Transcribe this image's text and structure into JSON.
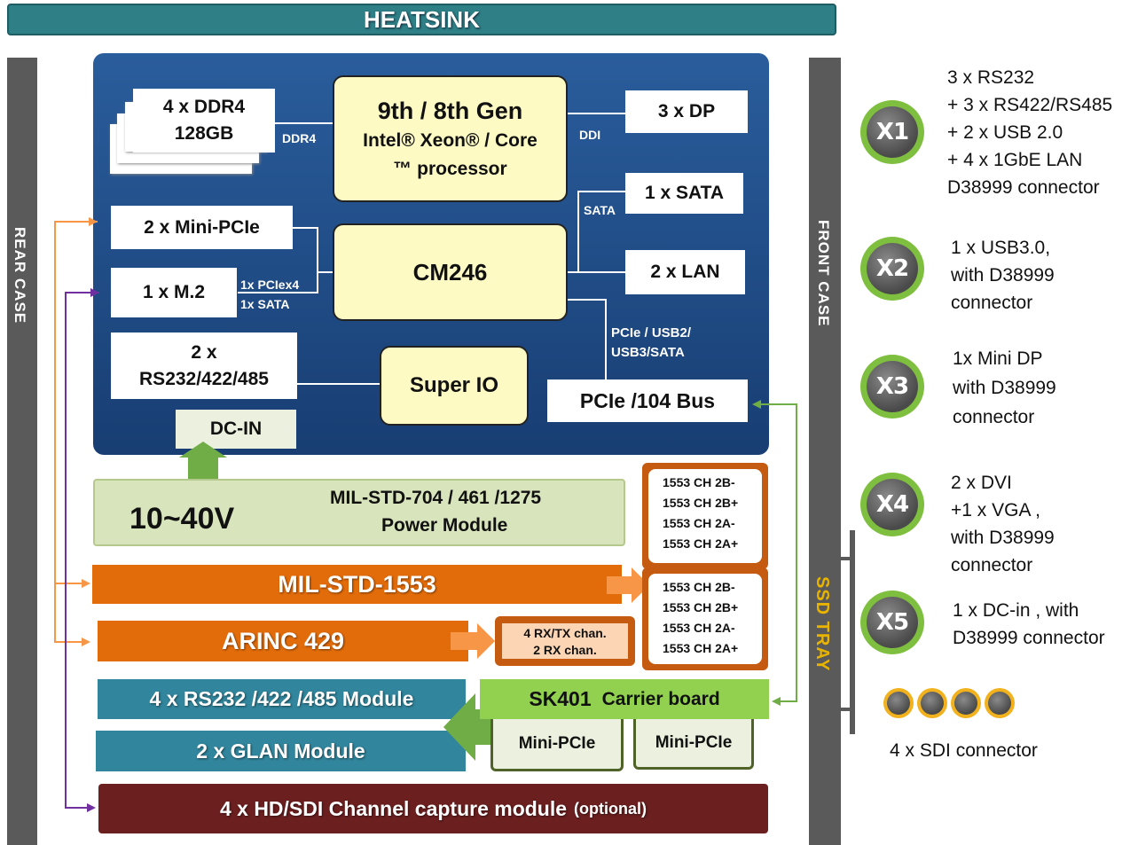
{
  "heatsink": "HEATSINK",
  "rear_case": "REAR CASE",
  "front_case": "FRONT CASE",
  "ssd_tray": "SSD TRAY",
  "board": {
    "ddr4_box": [
      "4 x DDR4",
      "128GB"
    ],
    "ddr4_link": "DDR4",
    "cpu": [
      "9th / 8th Gen",
      "Intel® Xeon® / Core",
      "™ processor"
    ],
    "ddi_link": "DDI",
    "dp": "3 x DP",
    "sata_box": "1 x SATA",
    "sata_link": "SATA",
    "mini_pcie": "2 x Mini-PCIe",
    "m2": "1 x M.2",
    "m2_links": [
      "1x PCIex4",
      "1x SATA"
    ],
    "chipset": "CM246",
    "lan": "2 x LAN",
    "serial": [
      "2 x",
      "RS232/422/485"
    ],
    "superio": "Super IO",
    "bus_link": [
      "PCIe / USB2/",
      "USB3/SATA"
    ],
    "pcie104": "PCIe /104 Bus",
    "dcin": "DC-IN"
  },
  "power": {
    "voltage": "10~40V",
    "title": [
      "MIL-STD-704 / 461 /1275",
      "Power Module"
    ]
  },
  "mil1553": "MIL-STD-1553",
  "arinc": "ARINC 429",
  "arinc_channels": [
    "4 RX/TX chan.",
    "2 RX chan."
  ],
  "channels_top": [
    "1553 CH 2B-",
    "1553 CH 2B+",
    "1553 CH 2A-",
    "1553 CH 2A+"
  ],
  "channels_bottom": [
    "1553 CH 2B-",
    "1553 CH 2B+",
    "1553 CH 2A-",
    "1553 CH 2A+"
  ],
  "rs232_module": "4 x RS232 /422 /485 Module",
  "glan_module": "2 x GLAN Module",
  "carrier": {
    "name": "SK401",
    "desc": "Carrier board"
  },
  "minipcie_slots": [
    "Mini-PCIe",
    "Mini-PCIe"
  ],
  "capture": {
    "main": "4 x HD/SDI Channel capture module",
    "note": "(optional)"
  },
  "connectors": [
    {
      "id": "X1",
      "lines": [
        "3 x RS232",
        "+ 3 x RS422/RS485",
        "+ 2 x USB 2.0",
        "+ 4 x 1GbE LAN",
        "D38999 connector"
      ]
    },
    {
      "id": "X2",
      "lines": [
        "1 x USB3.0,",
        "with D38999",
        "connector"
      ]
    },
    {
      "id": "X3",
      "lines": [
        "1x Mini DP",
        "with D38999",
        "connector"
      ]
    },
    {
      "id": "X4",
      "lines": [
        "2 x DVI",
        "+1 x VGA ,",
        "with D38999",
        "connector"
      ]
    },
    {
      "id": "X5",
      "lines": [
        "1 x DC-in , with",
        "D38999 connector"
      ]
    }
  ],
  "sdi_label": "4 x SDI connector",
  "colors": {
    "heatsink": "#2e7f86",
    "board": "#1f4a85",
    "orange": "#e36c0a",
    "teal": "#31859c",
    "green": "#92d050",
    "capture": "#6b1f1f",
    "purple_line": "#7030a0",
    "orange_line": "#f79646",
    "green_line": "#70ad47"
  }
}
